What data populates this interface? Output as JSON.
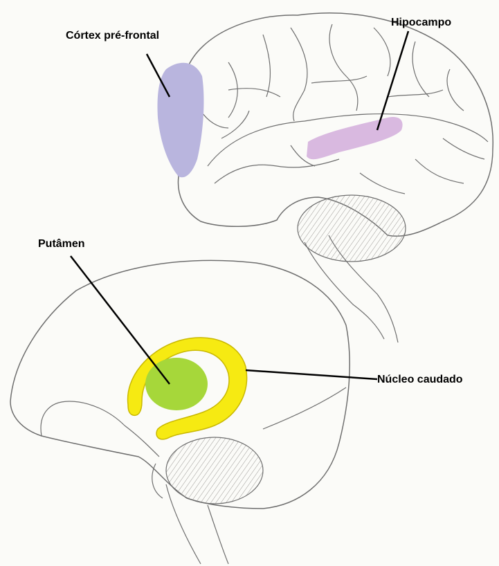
{
  "diagram": {
    "labels": {
      "prefrontal_cortex": "Córtex pré-frontal",
      "hippocampus": "Hipocampo",
      "putamen": "Putâmen",
      "caudate_nucleus": "Núcleo caudado"
    },
    "colors": {
      "background": "#fbfbf8",
      "outline": "#6e6e6e",
      "prefrontal_cortex": "#b9b5de",
      "hippocampus": "#d9b9e0",
      "putamen": "#a6d73a",
      "caudate_nucleus": "#f6ea12",
      "cerebellum": "#d8d6d2",
      "leader_line": "#000000"
    }
  }
}
